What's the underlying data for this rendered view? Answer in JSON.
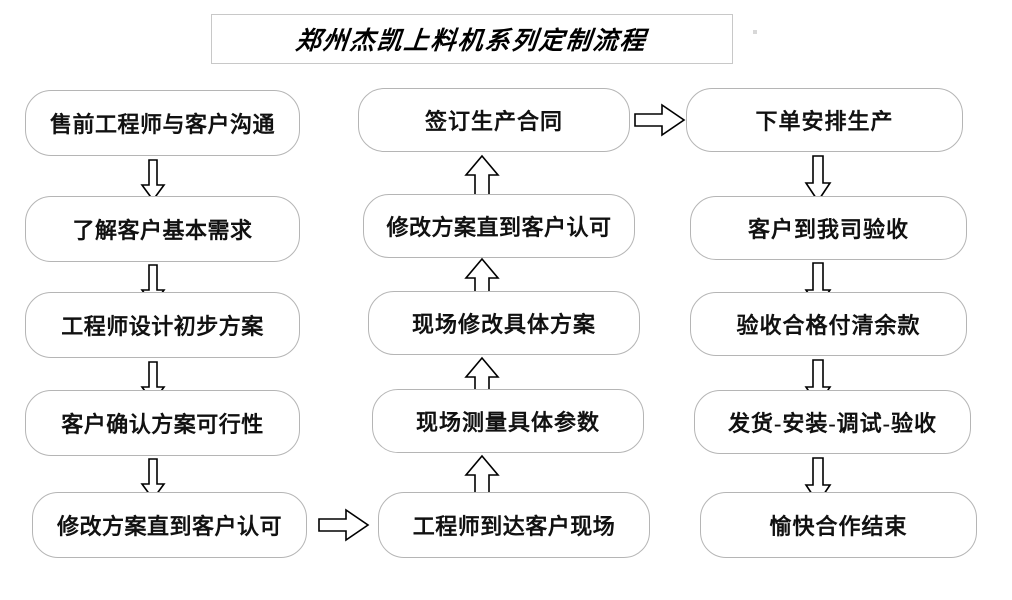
{
  "title": {
    "text": "郑州杰凯上料机系列定制流程"
  },
  "columns": [
    {
      "id": "column-1",
      "direction": "down",
      "nodes": [
        {
          "label": "售前工程师与客户沟通"
        },
        {
          "label": "了解客户基本需求"
        },
        {
          "label": "工程师设计初步方案"
        },
        {
          "label": "客户确认方案可行性"
        },
        {
          "label": "修改方案直到客户认可"
        }
      ]
    },
    {
      "id": "column-2",
      "direction": "up",
      "nodes": [
        {
          "label": "签订生产合同"
        },
        {
          "label": "修改方案直到客户认可"
        },
        {
          "label": "现场修改具体方案"
        },
        {
          "label": "现场测量具体参数"
        },
        {
          "label": "工程师到达客户现场"
        }
      ]
    },
    {
      "id": "column-3",
      "direction": "down",
      "nodes": [
        {
          "label": "下单安排生产"
        },
        {
          "label": "客户到我司验收"
        },
        {
          "label": "验收合格付清余款"
        },
        {
          "label": "发货-安装-调试-验收"
        },
        {
          "label": "愉快合作结束"
        }
      ]
    }
  ],
  "connectors": {
    "col1_to_col2": "right-arrow",
    "col2_to_col3": "right-arrow",
    "col1_down": "down-arrow",
    "col2_up": "up-arrow",
    "col3_down": "down-arrow"
  },
  "colors": {
    "node_border": "#b5b5b5",
    "title_border": "#c8c8c8",
    "text": "#111111",
    "background": "#ffffff",
    "arrow_stroke": "#000000"
  }
}
